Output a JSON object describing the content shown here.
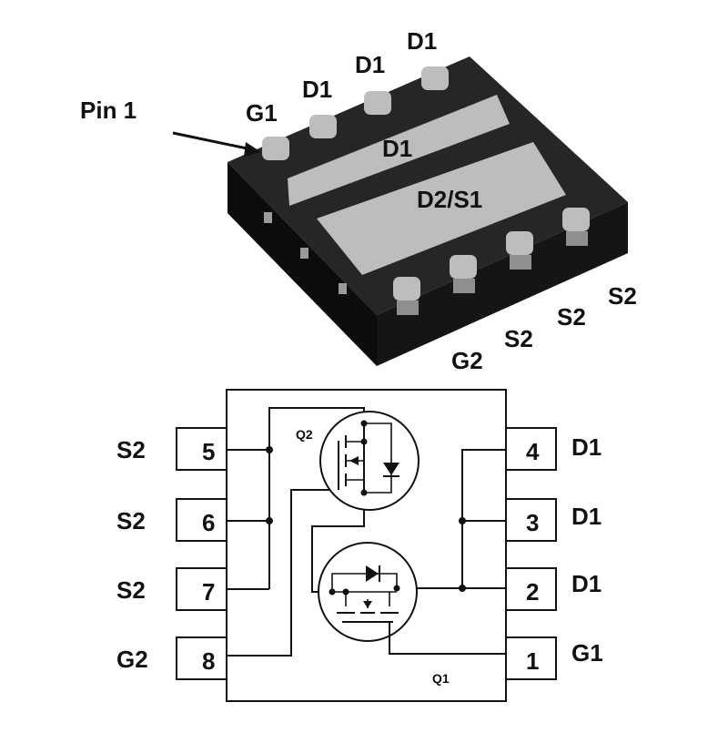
{
  "package": {
    "pin1_label": "Pin 1",
    "top_pins": [
      "G1",
      "D1",
      "D1",
      "D1"
    ],
    "bottom_pins": [
      "G2",
      "S2",
      "S2",
      "S2"
    ],
    "pad_d1": "D1",
    "pad_d2s1": "D2/S1"
  },
  "schematic": {
    "left_pins": [
      {
        "name": "S2",
        "num": "5"
      },
      {
        "name": "S2",
        "num": "6"
      },
      {
        "name": "S2",
        "num": "7"
      },
      {
        "name": "G2",
        "num": "8"
      }
    ],
    "right_pins": [
      {
        "name": "D1",
        "num": "4"
      },
      {
        "name": "D1",
        "num": "3"
      },
      {
        "name": "D1",
        "num": "2"
      },
      {
        "name": "G1",
        "num": "1"
      }
    ],
    "q2_label": "Q2",
    "q1_label": "Q1"
  },
  "colors": {
    "package_top": "#262626",
    "package_side": "#111111",
    "pad": "#bdbdbd"
  }
}
